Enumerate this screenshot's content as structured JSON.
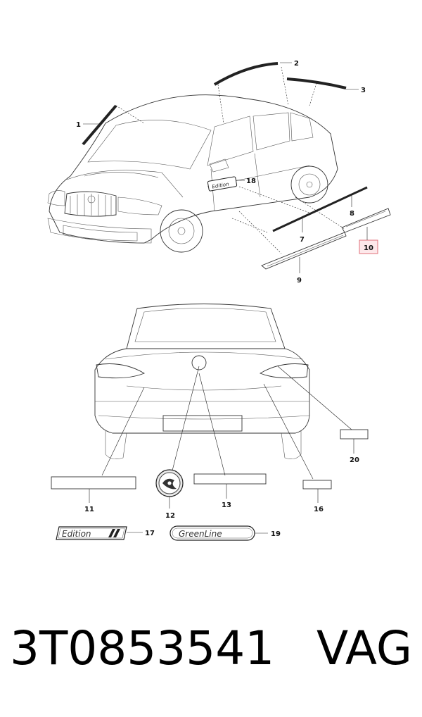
{
  "callouts": {
    "c1": "1",
    "c2": "2",
    "c3": "3",
    "c7": "7",
    "c8": "8",
    "c9": "9",
    "c10": "10",
    "c11": "11",
    "c12": "12",
    "c13": "13",
    "c16": "16",
    "c17": "17",
    "c18": "18",
    "c19": "19",
    "c20": "20"
  },
  "badges": {
    "edition": "Edition",
    "greenline": "GreenLine",
    "door_badge": "Edition"
  },
  "footer": {
    "part_number": "3T0853541",
    "brand": "VAG"
  },
  "colors": {
    "highlight_border": "#e0707a",
    "highlight_fill": "#fde8ea",
    "line": "#333333"
  }
}
